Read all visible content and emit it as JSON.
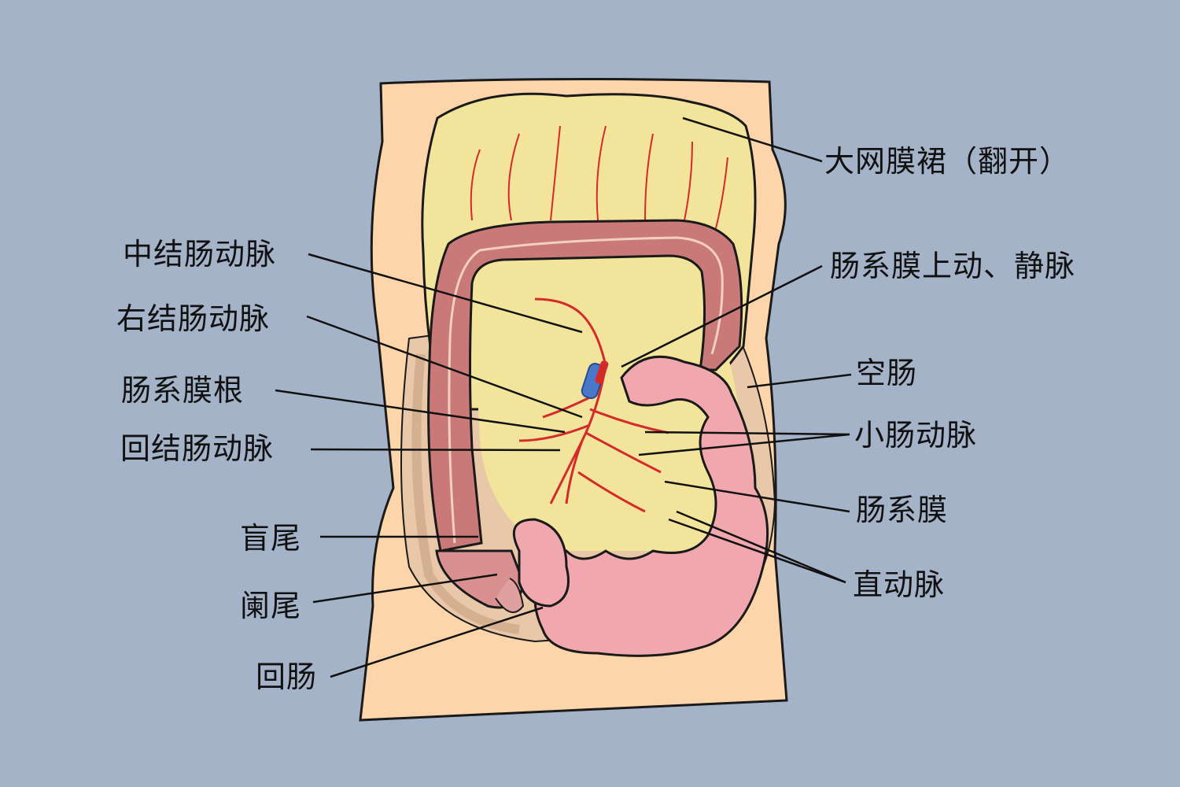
{
  "labels": {
    "greater_omentum": "大网膜裙（翻开）",
    "middle_colic_artery": "中结肠动脉",
    "superior_mesenteric_vessels": "肠系膜上动、静脉",
    "right_colic_artery": "右结肠动脉",
    "jejunum": "空肠",
    "mesentery_root": "肠系膜根",
    "small_intestine_artery": "小肠动脉",
    "ileocolic_artery": "回结肠动脉",
    "mesentery": "肠系膜",
    "cecum": "盲尾",
    "vasa_recta": "直动脉",
    "appendix": "阑尾",
    "ileum": "回肠"
  },
  "colors": {
    "background": "#a4b3c8",
    "body": "#fcd6aa",
    "omentum": "#f2e49a",
    "colon": "#c97a78",
    "small_intestine": "#f0a8ae",
    "artery": "#d42a2a",
    "vein": "#4a78c8"
  }
}
